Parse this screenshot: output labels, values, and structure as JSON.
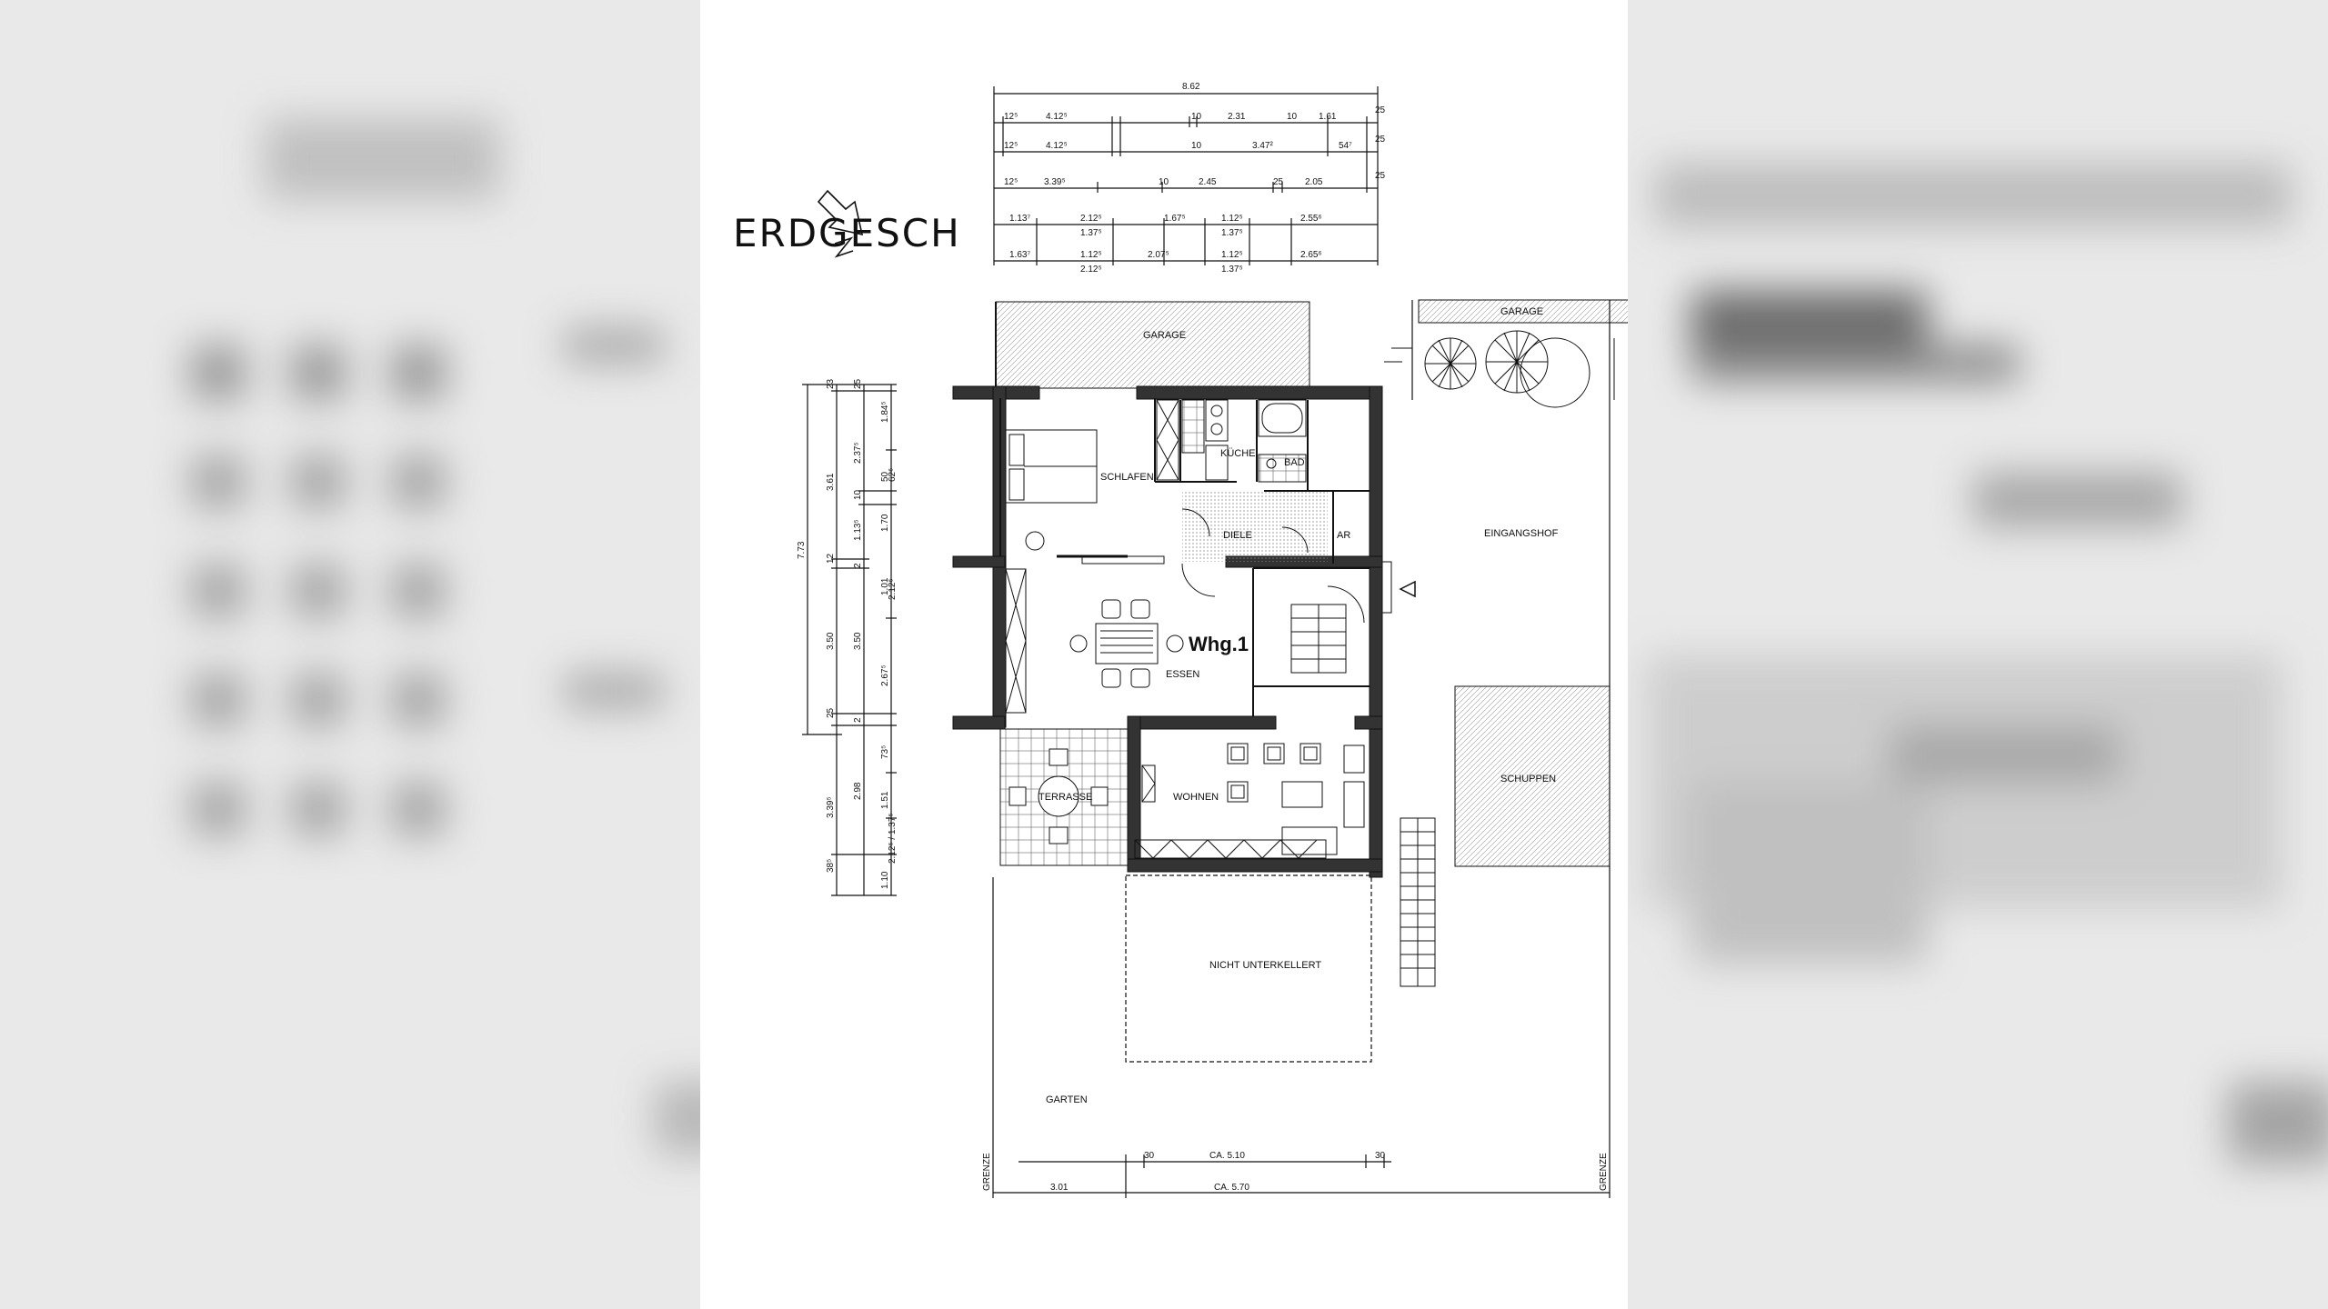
{
  "title": "ERDGESCH",
  "rooms": {
    "garage": "GARAGE",
    "garage_right": "GARAGE",
    "schlafen": "SCHLAFEN",
    "kueche": "KÜCHE",
    "bad": "BAD",
    "diele": "DIELE",
    "ar": "AR",
    "eingangshof": "EINGANGSHOF",
    "wohnung": "Whg.1",
    "essen": "ESSEN",
    "terrasse": "TERRASSE",
    "wohnen": "WOHNEN",
    "schuppen": "SCHUPPEN",
    "nicht_unterkellert": "NICHT UNTERKELLERT",
    "garten": "GARTEN",
    "grenze_left": "GRENZE",
    "grenze_right": "GRENZE"
  },
  "dims_top": {
    "row1": [
      "8.62"
    ],
    "row2": [
      "12⁵",
      "4.12⁵",
      "10",
      "2.31",
      "10",
      "1.61",
      "25"
    ],
    "row3": [
      "12⁵",
      "4.12⁵",
      "10",
      "3.47²",
      "54⁷",
      "25"
    ],
    "row4": [
      "12⁵",
      "3.39⁵",
      "10",
      "2.45",
      "25",
      "2.05",
      "25"
    ],
    "row5a": [
      "1.13⁷",
      "2.12⁵",
      "1.67⁵",
      "1.12⁵",
      "2.55⁶"
    ],
    "row5b": [
      "1.37⁵",
      "1.37⁵"
    ],
    "row6a": [
      "1.63⁷",
      "1.12⁵",
      "2.07⁵",
      "1.12⁵",
      "2.65⁶"
    ],
    "row6b": [
      "2.12⁵",
      "1.37⁵"
    ]
  },
  "dims_left": {
    "col1": [
      "7.73"
    ],
    "col2": [
      "23",
      "3.61",
      "12",
      "3.50",
      "25",
      "3.39⁵",
      "38⁵"
    ],
    "col3": [
      "25",
      "2.37⁵",
      "10",
      "1.13⁵",
      "2",
      "3.50",
      "2",
      "2.98"
    ],
    "col4": [
      "1.84⁵",
      "50",
      "62⁵",
      "1.70",
      "1.01",
      "2.12⁵",
      "2.67⁵",
      "73⁵",
      "1.51",
      "2.12⁵ / 1.37⁵",
      "1.10"
    ]
  },
  "dims_bottom": {
    "row1": [
      "30",
      "CA. 5.10",
      "30"
    ],
    "row2": [
      "3.01",
      "CA. 5.70"
    ]
  }
}
